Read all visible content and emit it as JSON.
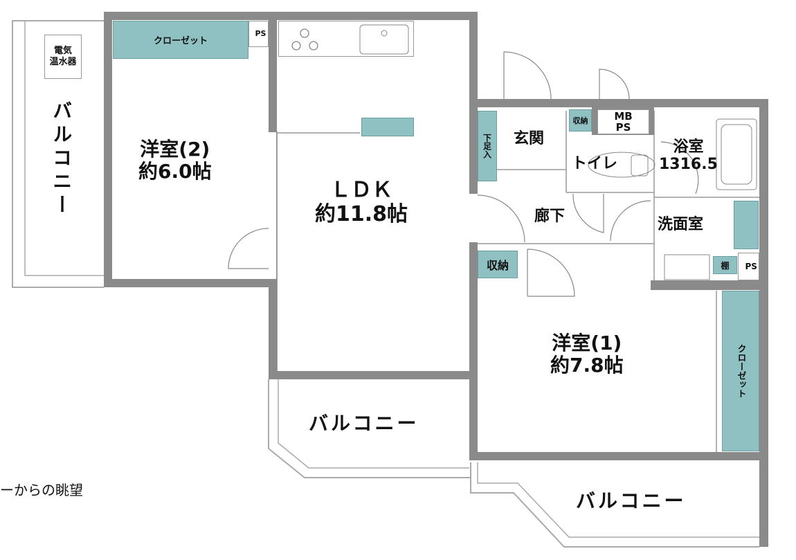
{
  "labels": {
    "west_balcony": "バルコニー",
    "water_heater": "電気\n温水器",
    "closet_top": "クローゼット",
    "ps": "PS",
    "western_room_2": "洋室(2)",
    "western_room_2_size": "約6.0帖",
    "ldk": "ＬＤＫ",
    "ldk_size": "約11.8帖",
    "shoe_storage": "下足入",
    "entrance": "玄関",
    "storage_small": "収納",
    "mbps_1": "MB",
    "mbps_2": "PS",
    "toilet": "トイレ",
    "bathroom": "浴室",
    "bathroom_size": "1316.5",
    "hallway": "廊下",
    "washroom": "洗面室",
    "storage": "収納",
    "shelf": "棚",
    "ps2": "PS",
    "western_room_1": "洋室(1)",
    "western_room_1_size": "約7.8帖",
    "closet_right": "クローゼット",
    "south_balcony": "バルコニー",
    "southeast_balcony": "バルコニー",
    "view_caption": "ーからの眺望"
  },
  "colors": {
    "wall": "#8a8a8a",
    "storage": "#8fc0c2"
  }
}
